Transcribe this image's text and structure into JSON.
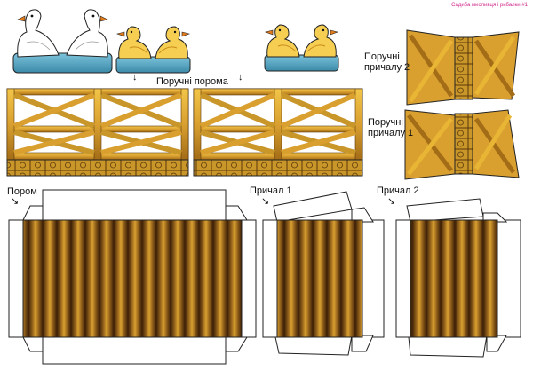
{
  "header": {
    "title": "Садиба мисливця і рибалки #1"
  },
  "labels": {
    "ferry_rails": "Поручні порома",
    "pier_rail_2_line1": "Поручні",
    "pier_rail_2_line2": "причалу 2",
    "pier_rail_1_line1": "Поручні",
    "pier_rail_1_line2": "причалу 1",
    "ferry": "Пором",
    "pier_1": "Причал 1",
    "pier_2": "Причал 2"
  },
  "arrow_glyph": "↓",
  "pointer_glyph": "↘",
  "colors": {
    "wood_light": "#e9b535",
    "wood_dark": "#9a6414",
    "plank_dark": "#3b1f07",
    "plank_mid": "#8a5a18",
    "plank_light": "#d9a030",
    "duck_yellow": "#f6cf52",
    "goose_white": "#ffffff",
    "water_blue": "#5aa8c8",
    "header_pink": "#d0288a"
  }
}
